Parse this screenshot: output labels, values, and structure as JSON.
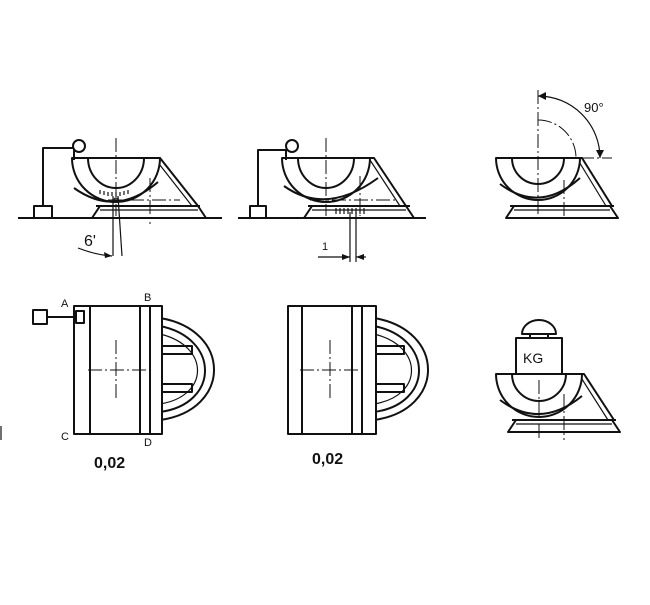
{
  "labels": {
    "angle_6": "6'",
    "dim_1": "1",
    "angle_90": "90°",
    "corner_a": "A",
    "corner_b": "B",
    "corner_c": "C",
    "corner_d": "D",
    "value_left": "0,02",
    "value_mid": "0,02",
    "weight": "KG"
  }
}
